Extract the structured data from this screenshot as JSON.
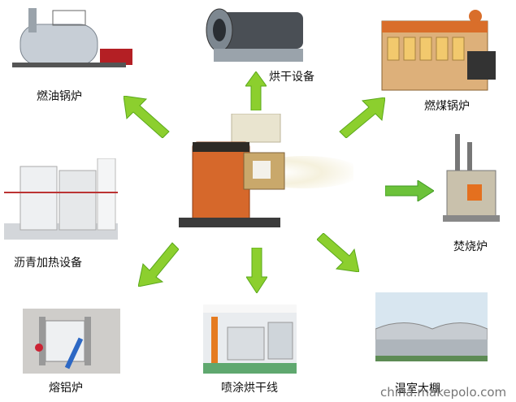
{
  "labels": {
    "oil_boiler": "燃油锅炉",
    "dryer": "烘干设备",
    "coal_boiler": "燃煤锅炉",
    "asphalt": "沥青加热设备",
    "incinerator": "焚烧炉",
    "aluminum": "熔铝炉",
    "spray_line": "喷涂烘干线",
    "greenhouse": "温室大棚"
  },
  "watermark": "china.makepolo.com",
  "colors": {
    "arrow": "#8ccf2e",
    "arrow_dark": "#5aa81b"
  }
}
